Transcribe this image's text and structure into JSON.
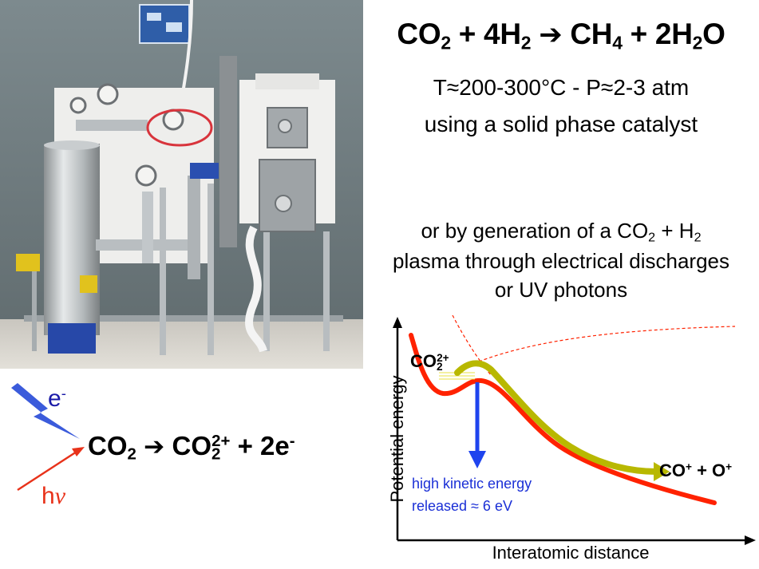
{
  "reaction": {
    "co": "CO",
    "sub2": "2",
    "plus1": " + 4H",
    "sub_h2": "2",
    "arrow": "➔",
    "ch": " CH",
    "sub4": "4",
    "plus2": " + 2H",
    "sub_w2": "2",
    "o": "O"
  },
  "conditions": "T≈200-300°C - P≈2-3 atm",
  "catalyst": "using a solid phase catalyst",
  "plasma": {
    "line1_a": "or by generation of a CO",
    "line1_sub1": "2",
    "line1_b": " + H",
    "line1_sub2": "2",
    "line2": "plasma through electrical discharges",
    "line3": "or UV photons"
  },
  "ionization": {
    "electron": "e",
    "electron_sup": "-",
    "photon_h": "h",
    "photon_nu": "ν",
    "eq_co": "CO",
    "eq_sub": "2",
    "eq_arrow": "➔",
    "eq_co2": " CO",
    "eq_sub2": "2",
    "eq_sup2": "2+",
    "eq_rest": " + 2e",
    "eq_sup_e": "-"
  },
  "diagram": {
    "ylabel": "Potential energy",
    "xlabel": "Interatomic distance",
    "dication": "CO",
    "dication_sub": "2",
    "dication_sup": "2+",
    "products_a": "CO",
    "products_sup1": "+",
    "products_b": " + O",
    "products_sup2": "+",
    "kinetic_line1": "high kinetic energy",
    "kinetic_line2": "released ≈ 6 eV"
  },
  "colors": {
    "curve_red": "#ff2200",
    "curve_olive": "#b8b800",
    "arrow_blue": "#1f44ee",
    "text_blue": "#1a2fd6",
    "hv_red": "#e8321a",
    "electron_blue": "#3b5bdb"
  },
  "icons": {
    "electron_bolt": "lightning-bolt-icon",
    "photon_arrow": "arrow-icon"
  }
}
